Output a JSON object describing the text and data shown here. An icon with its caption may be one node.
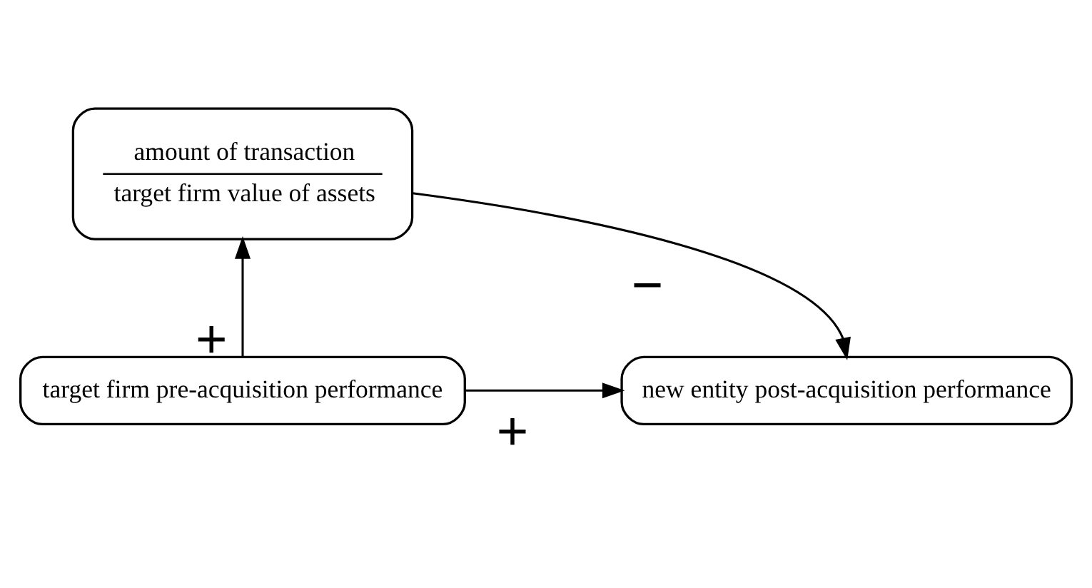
{
  "diagram": {
    "nodes": [
      {
        "text": [
          "amount of transaction",
          "target firm value of assets"
        ]
      },
      {
        "text": [
          "target firm pre-acquisition performance"
        ]
      },
      {
        "text": [
          "new entity post-acquisition performance"
        ]
      }
    ],
    "edges": [
      {
        "from": 1,
        "to": 0,
        "arrow": "to",
        "label": "+"
      },
      {
        "from": 0,
        "to": 2,
        "arrow": "to",
        "label": "−"
      },
      {
        "from": 1,
        "to": 2,
        "arrow": "to",
        "label": "+"
      }
    ]
  }
}
